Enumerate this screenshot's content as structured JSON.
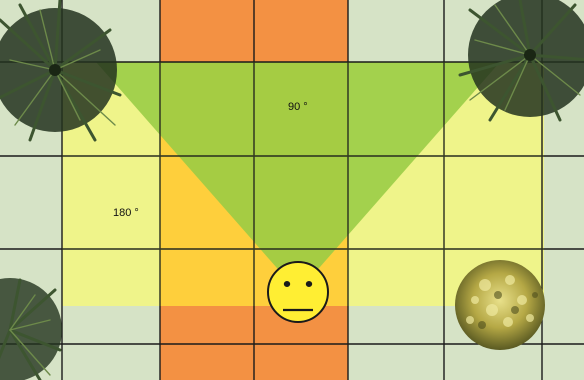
{
  "labels": {
    "narrow_angle": "90 °",
    "wide_angle": "180 °"
  },
  "colors": {
    "tile": "#d6e3c6",
    "path": "#f39143",
    "grid_line": "#1a1a1a",
    "wide_field": "#ffff66",
    "overlap_field": "#ffcc33",
    "narrow_field": "#99cc44",
    "face": "#ffee33"
  },
  "face": {
    "expression": "neutral"
  },
  "decorations": [
    "pine-tree-top-left",
    "pine-tree-top-right",
    "pine-tree-bottom-left",
    "leafy-shrub-bottom-right"
  ]
}
